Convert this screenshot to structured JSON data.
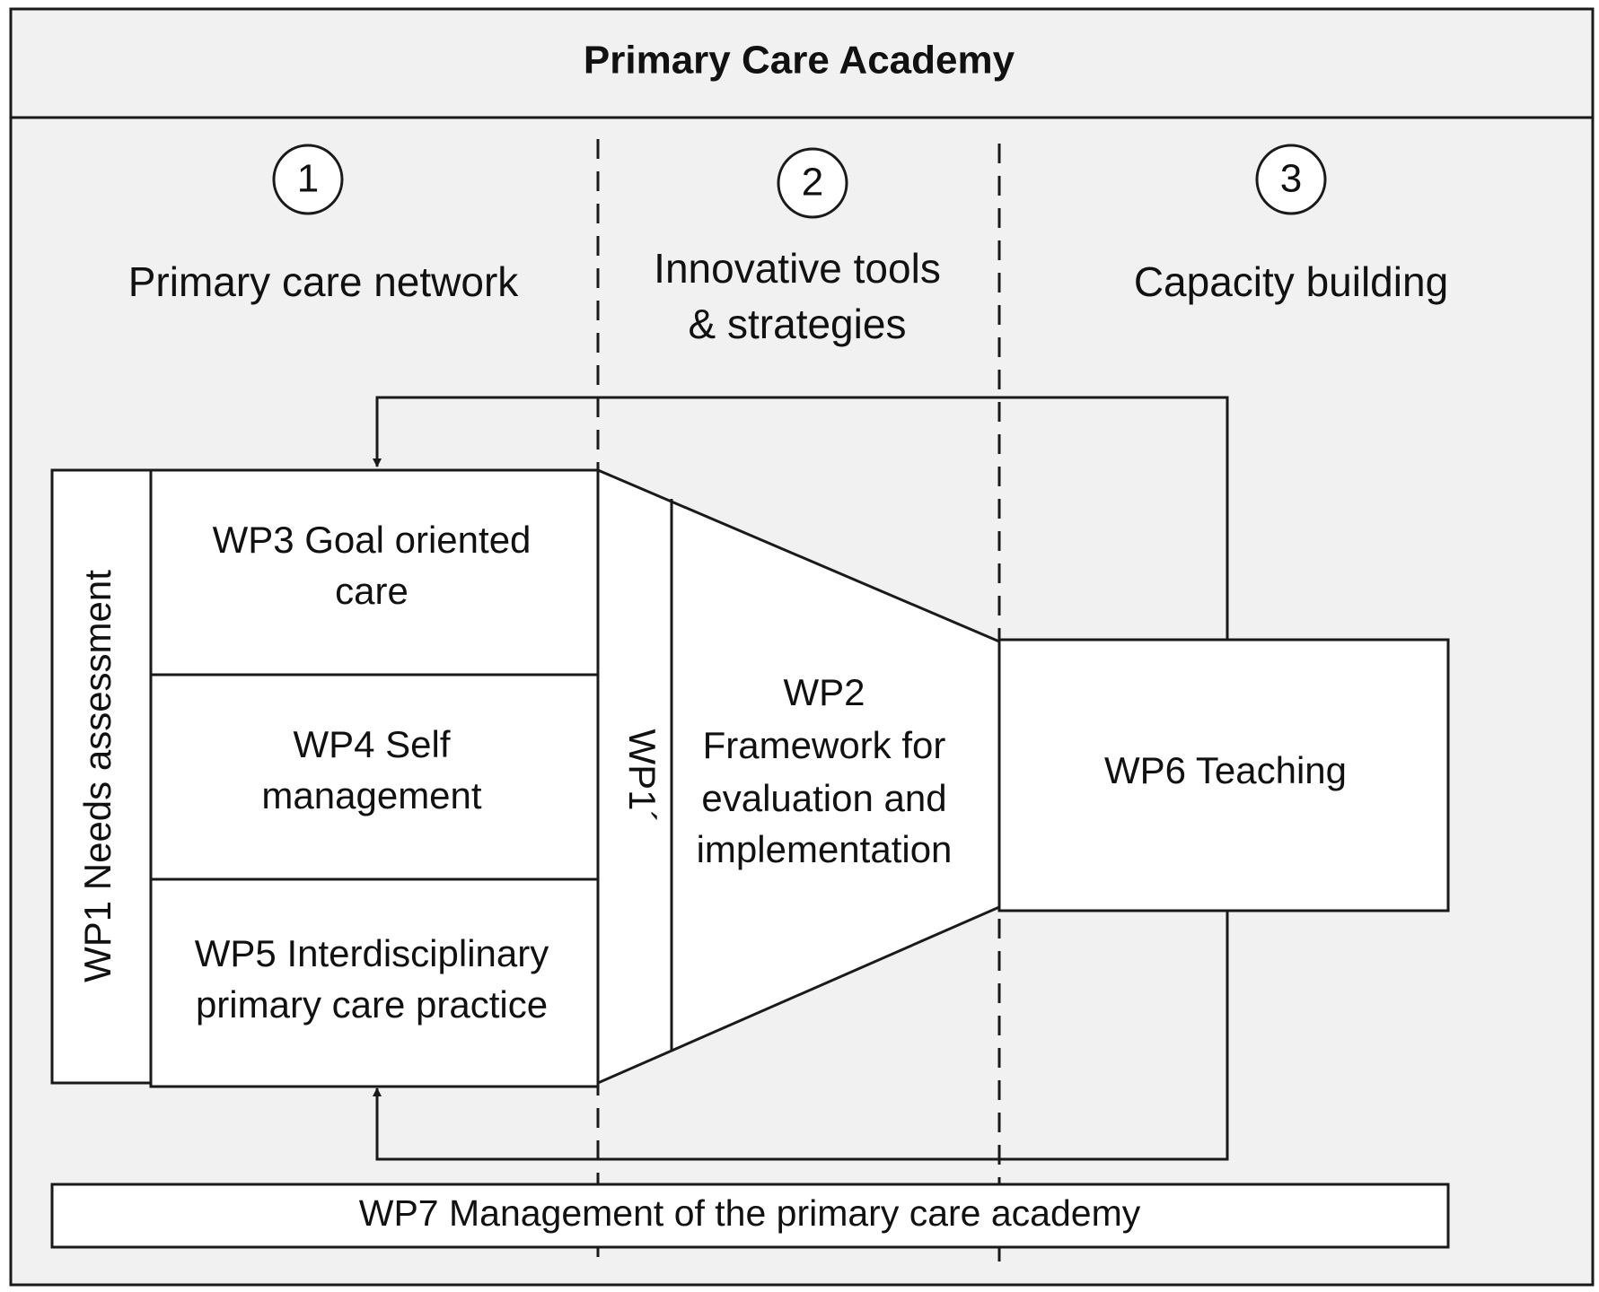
{
  "title": "Primary Care Academy",
  "columns": [
    {
      "number": "1",
      "label_lines": [
        "Primary care network"
      ]
    },
    {
      "number": "2",
      "label_lines": [
        "Innovative tools",
        "& strategies"
      ]
    },
    {
      "number": "3",
      "label_lines": [
        "Capacity building"
      ]
    }
  ],
  "wp1": "WP1 Needs assessment",
  "wp1_prime": "WP1´",
  "wp3": [
    "WP3 Goal oriented",
    "care"
  ],
  "wp4": [
    "WP4 Self",
    "management"
  ],
  "wp5": [
    "WP5 Interdisciplinary",
    "primary care practice"
  ],
  "wp2": [
    "WP2",
    "Framework for",
    "evaluation and",
    "implementation"
  ],
  "wp6": "WP6 Teaching",
  "wp7": "WP7 Management of the primary care academy",
  "colors": {
    "background": "#f1f1f1",
    "box_fill": "#ffffff",
    "stroke": "#1a1a1a"
  }
}
